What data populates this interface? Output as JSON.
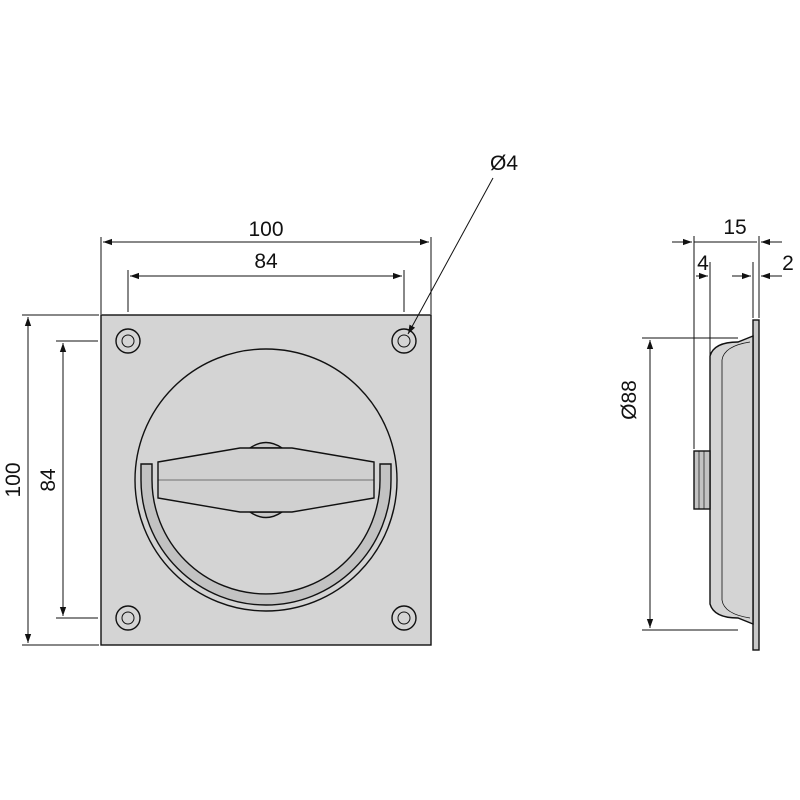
{
  "drawing": {
    "colors": {
      "metal": "#d4d4d4",
      "metal_dark": "#b3b3b3",
      "metal_light": "#e6e6e6",
      "line": "#111111"
    },
    "front_view": {
      "dim_plate_width": "100",
      "dim_hole_spacing_width": "84",
      "dim_plate_height": "100",
      "dim_hole_spacing_height": "84",
      "dim_hole_diameter": "Ø4"
    },
    "side_view": {
      "dim_total_depth": "15",
      "dim_recess_offset": "4",
      "dim_flange_thickness": "2",
      "dim_recess_diameter": "Ø88"
    }
  }
}
